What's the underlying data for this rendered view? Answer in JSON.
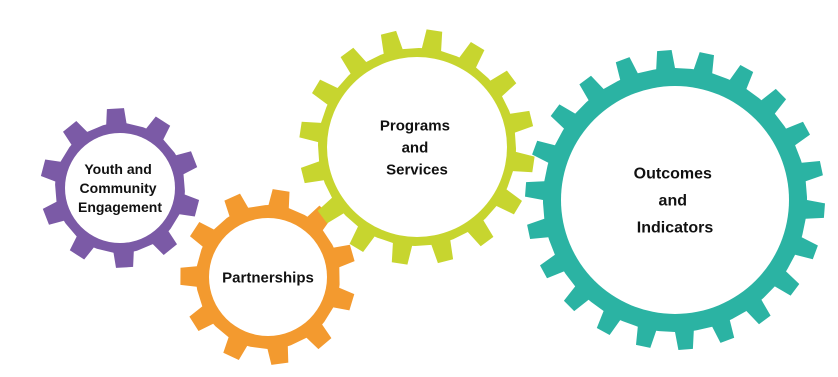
{
  "diagram": {
    "gears": [
      {
        "id": "youth",
        "color": "#7b5aa6",
        "label_lines": [
          "Youth and",
          "Community",
          "Engagement"
        ]
      },
      {
        "id": "partnerships",
        "color": "#f39a2f",
        "label_lines": [
          "Partnerships"
        ]
      },
      {
        "id": "programs",
        "color": "#c7d52f",
        "label_lines": [
          "Programs",
          "and",
          "Services"
        ]
      },
      {
        "id": "outcomes",
        "color": "#2bb3a3",
        "label_lines": [
          "Outcomes",
          "and",
          "Indicators"
        ]
      }
    ]
  }
}
